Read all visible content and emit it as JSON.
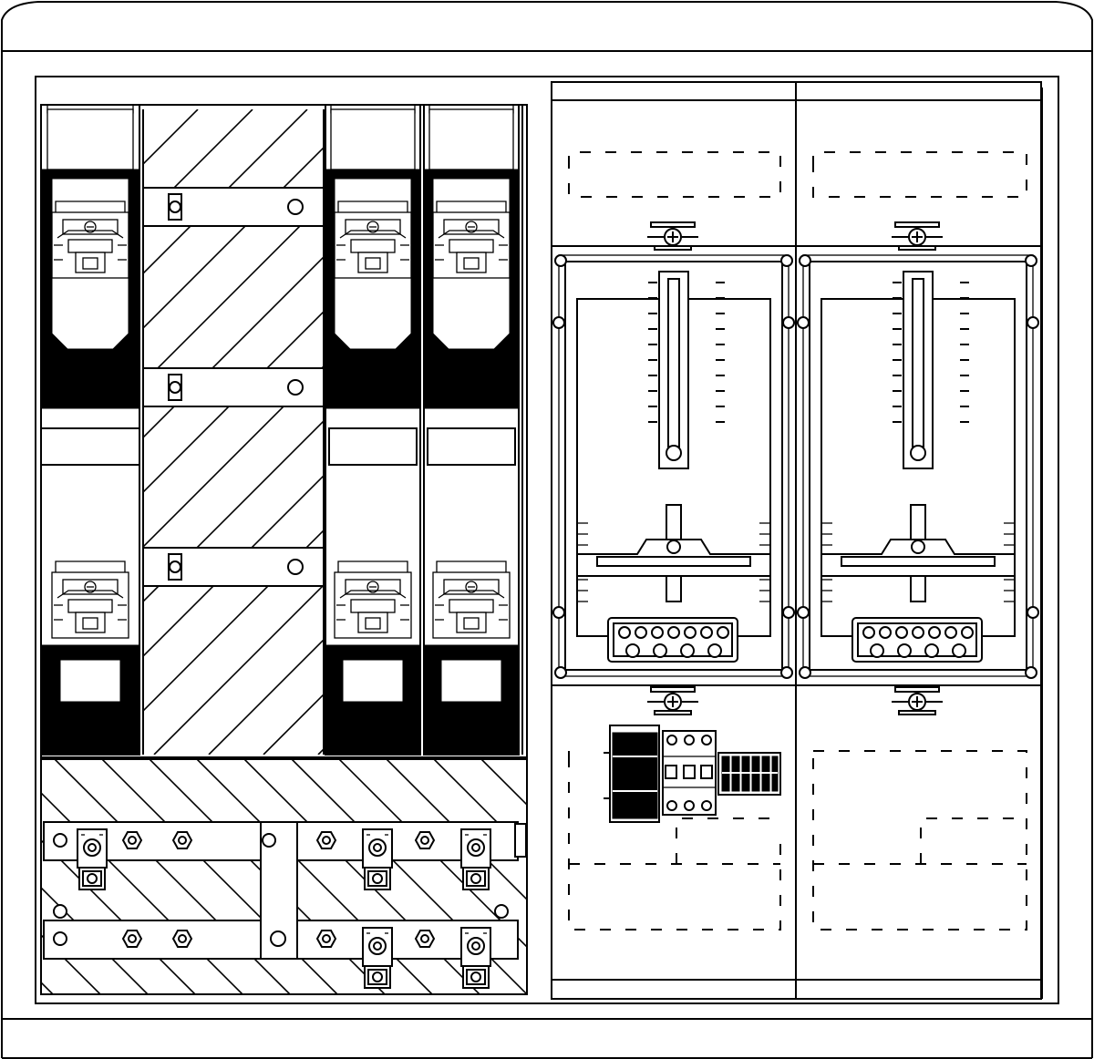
{
  "colors": {
    "line": "#000000",
    "background": "#ffffff"
  },
  "drawing": {
    "fuse_switches": 3,
    "busbar_connector_terminals": 5,
    "meter_fields": 2,
    "scale_ticks_per_field": 10
  }
}
